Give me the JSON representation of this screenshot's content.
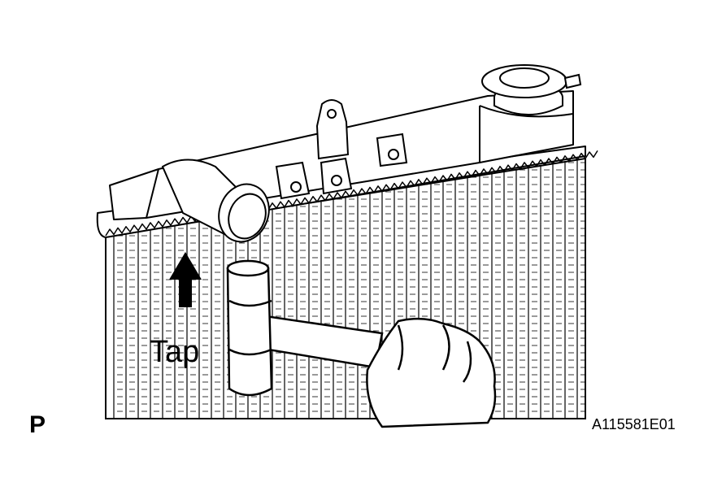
{
  "figure": {
    "action_label": "Tap",
    "view_label": "P",
    "figure_id": "A115581E01",
    "parts": [
      "radiator-core",
      "radiator-tank",
      "radiator-cap",
      "inlet-pipe",
      "mounting-bracket",
      "plastic-hammer",
      "hand"
    ]
  },
  "colors": {
    "ink": "#000000",
    "paper": "#ffffff"
  }
}
